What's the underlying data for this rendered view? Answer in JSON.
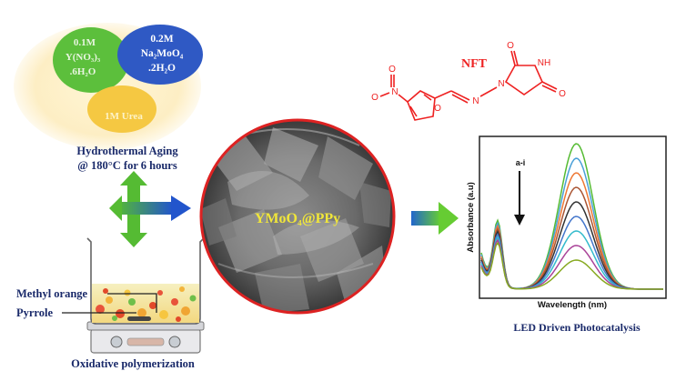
{
  "reagents": {
    "y_nitrate": {
      "line1": "0.1M",
      "line2": "Y(NO₃)₃",
      "line3": ".6H₂O"
    },
    "na_molybdate": {
      "line1": "0.2M",
      "line2": "Na₂MoO₄",
      "line3": ".2H₂O"
    },
    "urea": {
      "line1": "1M Urea"
    }
  },
  "steps": {
    "hydrothermal_line1": "Hydrothermal Aging",
    "hydrothermal_line2": "@ 180°C for 6 hours",
    "oxidative": "Oxidative polymerization",
    "photocatalysis": "LED Driven Photocatalysis"
  },
  "beaker_labels": {
    "methyl_orange": "Methyl orange",
    "pyrrole": "Pyrrole"
  },
  "product": {
    "label": "YMoO₄@PPy"
  },
  "molecule": {
    "name": "NFT",
    "nitro_o_top": "O",
    "nitro_n": "N",
    "nitro_o_left": "O",
    "furan_o": "O",
    "imine_n": "N",
    "ring_n": "N",
    "ring_nh": "NH",
    "carbonyl_o_top": "O",
    "carbonyl_o_right": "O"
  },
  "spectra": {
    "ylabel": "Absorbance (a.u)",
    "xlabel": "Wavelength (nm)",
    "annotation": "a-i",
    "colors": [
      "#55bb33",
      "#4aa0d8",
      "#ee7733",
      "#aa5533",
      "#333333",
      "#4477cc",
      "#33bbcc",
      "#aa4499",
      "#88aa22"
    ]
  },
  "colors": {
    "molecule": "#ee2222",
    "arrow_green": "#55bb33",
    "arrow_blue": "#2255cc",
    "circle_border": "#dd2222"
  }
}
